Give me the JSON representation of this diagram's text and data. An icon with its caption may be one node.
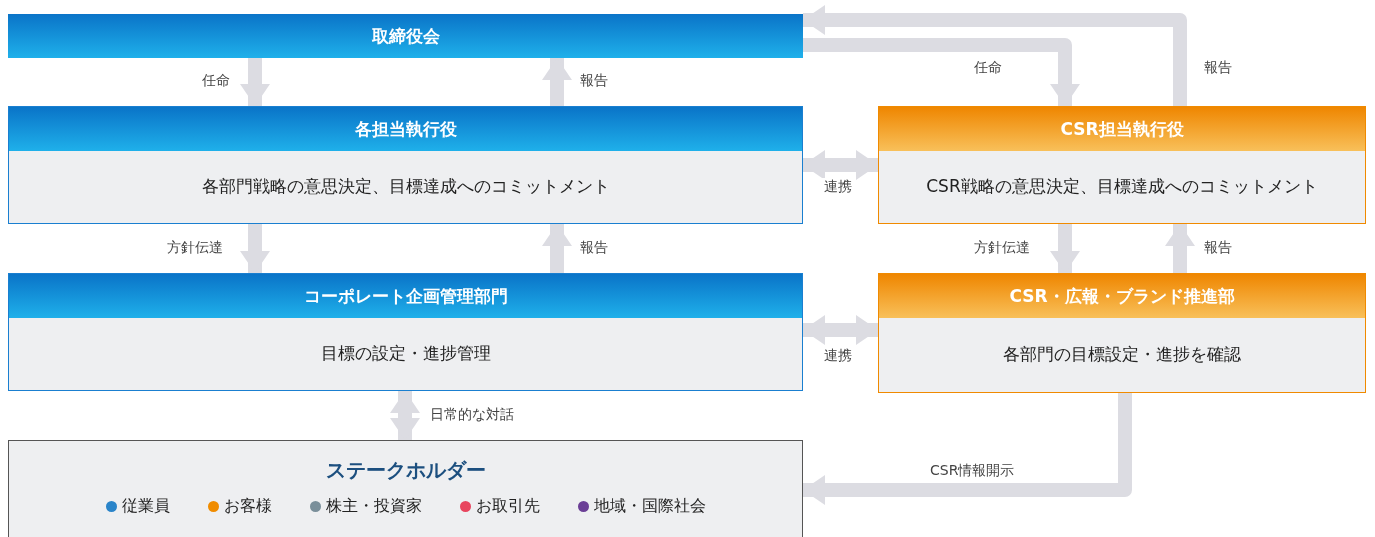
{
  "diagram": {
    "nodes": [
      {
        "text": [
          "取締役会"
        ]
      },
      {
        "text": [
          "各担当執行役",
          "各部門戦略の意思決定、目標達成へのコミットメント"
        ]
      },
      {
        "text": [
          "コーポレート企画管理部門",
          "目標の設定・進捗管理"
        ]
      },
      {
        "text": [
          "CSR担当執行役",
          "CSR戦略の意思決定、目標達成へのコミットメント"
        ]
      },
      {
        "text": [
          "CSR・広報・ブランド推進部",
          "各部門の目標設定・進捗を確認"
        ]
      },
      {
        "text": [
          "ステークホルダー"
        ]
      }
    ],
    "edges": [
      {
        "from": 0,
        "to": 1,
        "arrow": "to",
        "label": "任命"
      },
      {
        "from": 1,
        "to": 0,
        "arrow": "to",
        "label": "報告"
      },
      {
        "from": 1,
        "to": 2,
        "arrow": "to",
        "label": "方針伝達"
      },
      {
        "from": 2,
        "to": 1,
        "arrow": "to",
        "label": "報告"
      },
      {
        "from": 0,
        "to": 3,
        "arrow": "to",
        "label": "任命"
      },
      {
        "from": 3,
        "to": 0,
        "arrow": "to",
        "label": "報告"
      },
      {
        "from": 1,
        "to": 3,
        "arrow": "both",
        "label": "連携"
      },
      {
        "from": 3,
        "to": 4,
        "arrow": "to",
        "label": "方針伝達"
      },
      {
        "from": 4,
        "to": 3,
        "arrow": "to",
        "label": "報告"
      },
      {
        "from": 2,
        "to": 4,
        "arrow": "both",
        "label": "連携"
      },
      {
        "from": 2,
        "to": 5,
        "arrow": "both",
        "label": "日常的な対話"
      },
      {
        "from": 4,
        "to": 5,
        "arrow": "to",
        "label": "CSR情報開示"
      }
    ],
    "legend": [
      {
        "text": "従業員",
        "color": "#2a84c9"
      },
      {
        "text": "お客様",
        "color": "#f08c00"
      },
      {
        "text": "株主・投資家",
        "color": "#7a8f9a"
      },
      {
        "text": "お取引先",
        "color": "#e8455e"
      },
      {
        "text": "地域・国際社会",
        "color": "#6b3f96"
      }
    ]
  }
}
